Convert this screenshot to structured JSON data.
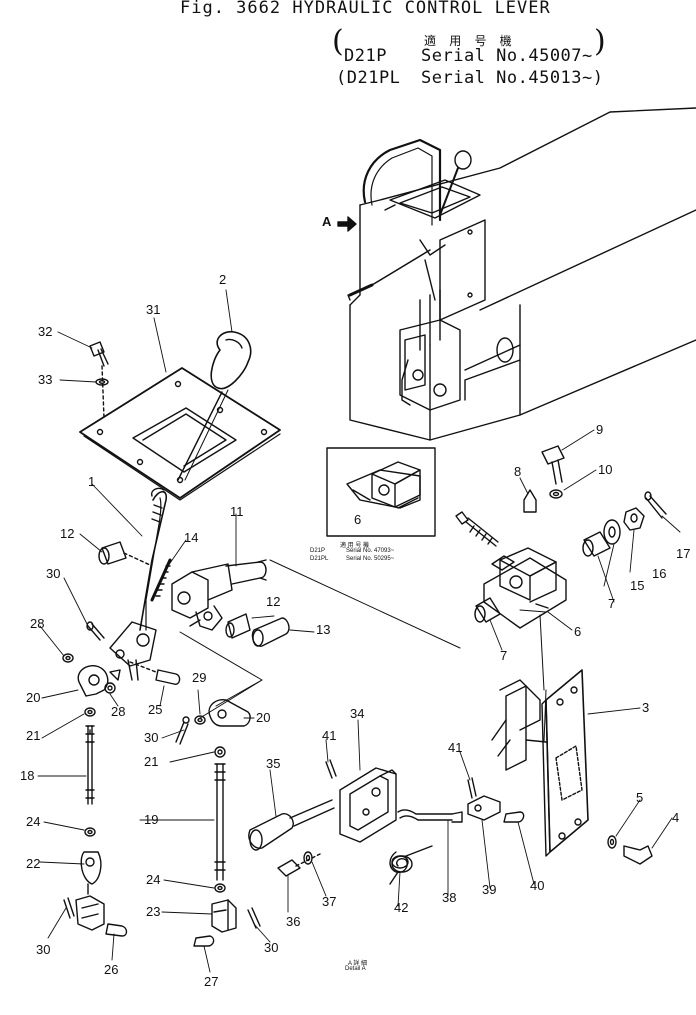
{
  "header": {
    "title": "Fig. 3662 HYDRAULIC CONTROL LEVER",
    "applicability_jp": "適 用 号 機",
    "line1_model": "D21P",
    "line1_serial": "Serial No.45007~",
    "line2_model": "(D21PL",
    "line2_serial": "Serial No.45013~)"
  },
  "inset": {
    "jp": "適 用 号 機",
    "row1_model": "D21P",
    "row1_serial": "Serial No. 47093~",
    "row2_model": "D21PL",
    "row2_serial": "Serial No. 50295~",
    "part": "6"
  },
  "view_marker": "A",
  "detail": {
    "jp": "A 詳 細",
    "en": "Detail A"
  },
  "parts": [
    {
      "id": "p2",
      "text": "2"
    },
    {
      "id": "p31",
      "text": "31"
    },
    {
      "id": "p32",
      "text": "32"
    },
    {
      "id": "p33",
      "text": "33"
    },
    {
      "id": "p1",
      "text": "1"
    },
    {
      "id": "p12a",
      "text": "12"
    },
    {
      "id": "p14",
      "text": "14"
    },
    {
      "id": "p11",
      "text": "11"
    },
    {
      "id": "p30a",
      "text": "30"
    },
    {
      "id": "p28a",
      "text": "28"
    },
    {
      "id": "p20a",
      "text": "20"
    },
    {
      "id": "p28b",
      "text": "28"
    },
    {
      "id": "p25",
      "text": "25"
    },
    {
      "id": "p12b",
      "text": "12"
    },
    {
      "id": "p13",
      "text": "13"
    },
    {
      "id": "p29",
      "text": "29"
    },
    {
      "id": "p20b",
      "text": "20"
    },
    {
      "id": "p21a",
      "text": "21"
    },
    {
      "id": "p30b",
      "text": "30"
    },
    {
      "id": "p21b",
      "text": "21"
    },
    {
      "id": "p18",
      "text": "18"
    },
    {
      "id": "p19",
      "text": "19"
    },
    {
      "id": "p24a",
      "text": "24"
    },
    {
      "id": "p24b",
      "text": "24"
    },
    {
      "id": "p22",
      "text": "22"
    },
    {
      "id": "p23",
      "text": "23"
    },
    {
      "id": "p30c",
      "text": "30"
    },
    {
      "id": "p30d",
      "text": "30"
    },
    {
      "id": "p26",
      "text": "26"
    },
    {
      "id": "p27",
      "text": "27"
    },
    {
      "id": "p9",
      "text": "9"
    },
    {
      "id": "p8",
      "text": "8"
    },
    {
      "id": "p10",
      "text": "10"
    },
    {
      "id": "p17",
      "text": "17"
    },
    {
      "id": "p16",
      "text": "16"
    },
    {
      "id": "p15",
      "text": "15"
    },
    {
      "id": "p7a",
      "text": "7"
    },
    {
      "id": "p6",
      "text": "6"
    },
    {
      "id": "p7b",
      "text": "7"
    },
    {
      "id": "p3",
      "text": "3"
    },
    {
      "id": "p5",
      "text": "5"
    },
    {
      "id": "p4",
      "text": "4"
    },
    {
      "id": "p34",
      "text": "34"
    },
    {
      "id": "p41a",
      "text": "41"
    },
    {
      "id": "p41b",
      "text": "41"
    },
    {
      "id": "p35",
      "text": "35"
    },
    {
      "id": "p36",
      "text": "36"
    },
    {
      "id": "p37",
      "text": "37"
    },
    {
      "id": "p42",
      "text": "42"
    },
    {
      "id": "p38",
      "text": "38"
    },
    {
      "id": "p39",
      "text": "39"
    },
    {
      "id": "p40",
      "text": "40"
    }
  ]
}
